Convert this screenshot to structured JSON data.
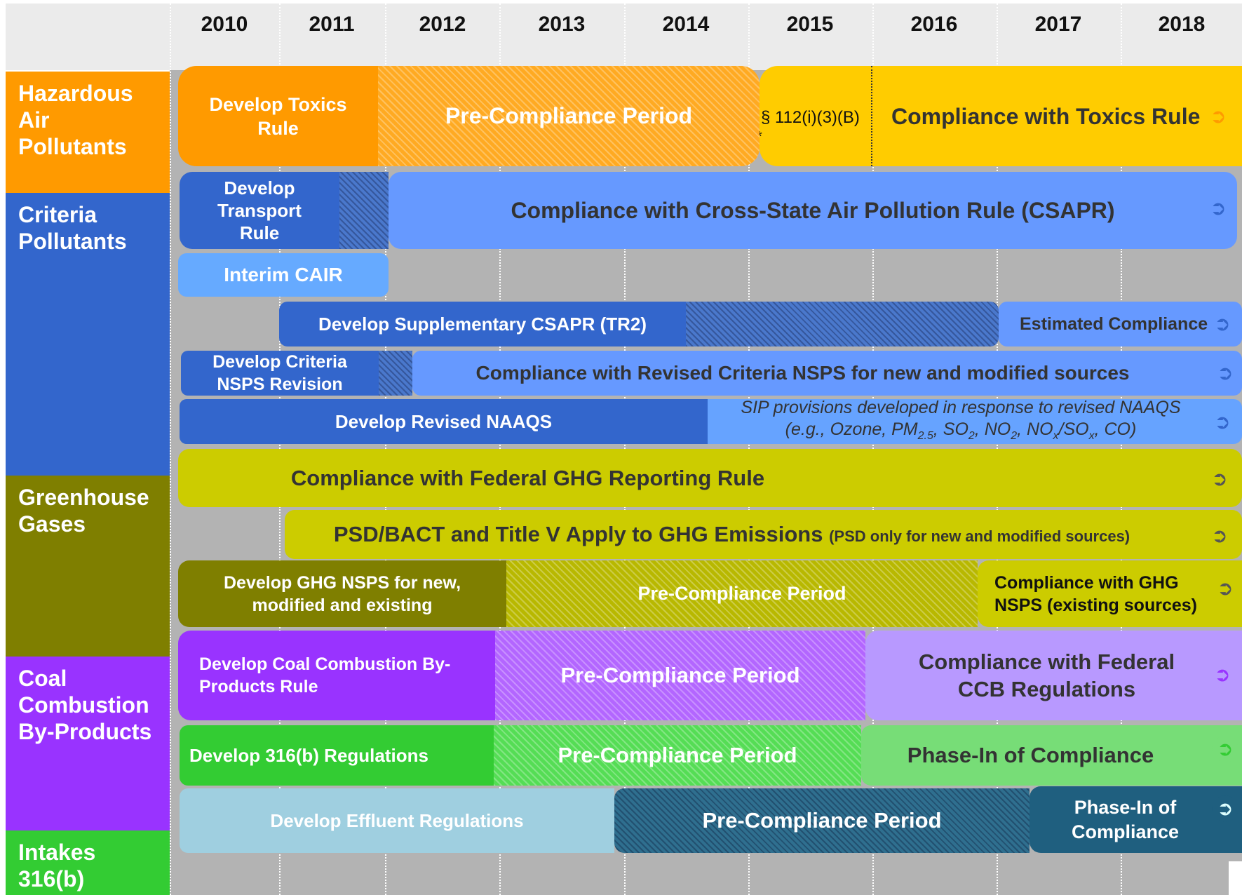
{
  "years": [
    "2010",
    "2011",
    "2012",
    "2013",
    "2014",
    "2015",
    "2016",
    "2017",
    "2018"
  ],
  "categories": {
    "hazardous": {
      "label": "Hazardous\nAir\nPollutants",
      "color": "#ff9a00"
    },
    "criteria": {
      "label": "Criteria\nPollutants",
      "color": "#3366cc"
    },
    "ghg": {
      "label": "Greenhouse\nGases",
      "color": "#7f7f00"
    },
    "ccb": {
      "label": "Coal\nCombustion\nBy-Products",
      "color": "#9933ff"
    },
    "intakes": {
      "label": "Intakes\n316(b)",
      "color": "#33cc33"
    }
  },
  "rows": {
    "hap": {
      "develop": "Develop Toxics Rule",
      "precompliance": "Pre-Compliance  Period",
      "section": "§ 112(i)(3)(B)",
      "section_star": "*",
      "compliance": "Compliance with Toxics Rule"
    },
    "csapr": {
      "develop": "Develop Transport Rule",
      "compliance": "Compliance with Cross-State Air Pollution Rule (CSAPR)"
    },
    "cair": {
      "label": "Interim CAIR"
    },
    "tr2": {
      "develop": "Develop Supplementary CSAPR (TR2)",
      "compliance": "Estimated Compliance"
    },
    "nsps": {
      "develop": "Develop Criteria NSPS Revision",
      "compliance": "Compliance with Revised Criteria NSPS for new and modified sources"
    },
    "naaqs": {
      "develop": "Develop Revised NAAQS",
      "sip_line1": "SIP provisions developed in response to revised NAAQS",
      "sip_prefix": "(e.g., Ozone, PM",
      "pm_sub": "2.5",
      "so2": ", SO",
      "so2_sub": "2",
      "no2": ", NO",
      "no2_sub": "2",
      "nox": ", NO",
      "nox_sub": "x",
      "sox": "/SO",
      "sox_sub": "x",
      "co": ", CO)"
    },
    "ghg_reporting": {
      "label": "Compliance with Federal GHG Reporting Rule"
    },
    "psd": {
      "label": "PSD/BACT and Title V Apply to GHG Emissions",
      "note": "(PSD only for new and modified sources)"
    },
    "ghg_nsps": {
      "develop": "Develop GHG NSPS for new, modified and existing",
      "precompliance": "Pre-Compliance Period",
      "compliance": "Compliance with GHG NSPS (existing sources)"
    },
    "ccb": {
      "develop": "Develop Coal Combustion By-Products Rule",
      "precompliance": "Pre-Compliance Period",
      "compliance": "Compliance with Federal CCB Regulations"
    },
    "intake": {
      "develop": "Develop 316(b) Regulations",
      "precompliance": "Pre-Compliance Period",
      "compliance": "Phase-In of Compliance"
    },
    "effluent": {
      "develop": "Develop Effluent Regulations",
      "precompliance": "Pre-Compliance Period",
      "compliance": "Phase-In of Compliance"
    }
  },
  "arrow_glyph": "➲",
  "colors": {
    "orange": "#ff9a00",
    "yellow": "#ffcc00",
    "dark_blue": "#3366cc",
    "light_blue": "#6699ff",
    "pale_blue": "#66aaff",
    "olive": "#cccc00",
    "dark_olive": "#7f7f00",
    "purple": "#9933ff",
    "lavender": "#b899ff",
    "green": "#33cc33",
    "light_green": "#77dd77",
    "pale_teal": "#9fcfe0",
    "dark_teal": "#1f5f7f"
  }
}
